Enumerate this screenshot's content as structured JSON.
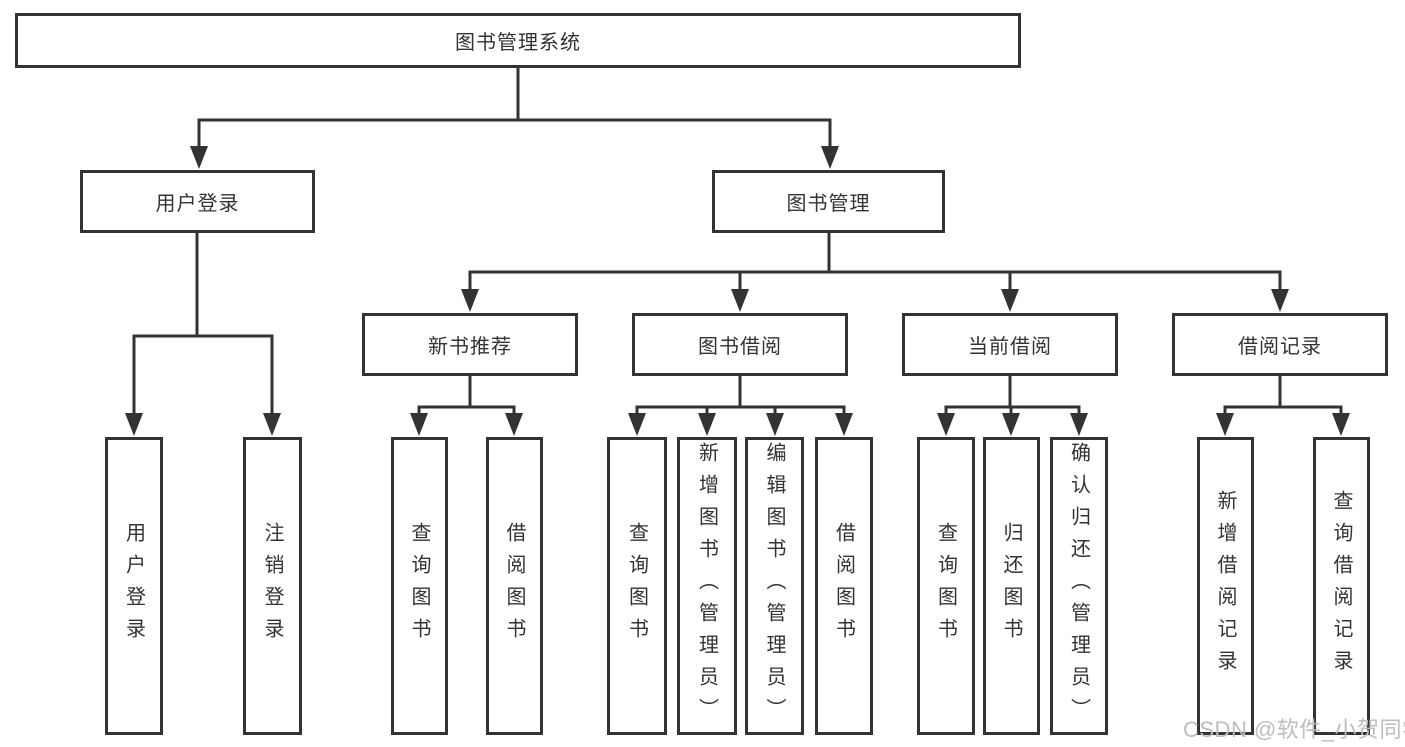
{
  "colors": {
    "line": "#333333",
    "box_border": "#333333",
    "box_fill": "#ffffff",
    "text": "#333333",
    "watermark": "#bdbdbd",
    "background": "#ffffff"
  },
  "watermark": {
    "text": "CSDN @软件_小贺同学"
  },
  "tree": {
    "root": {
      "label": "图书管理系统"
    },
    "login": {
      "label": "用户登录",
      "children": [
        {
          "label": "用户登录"
        },
        {
          "label": "注销登录"
        }
      ]
    },
    "mgmt": {
      "label": "图书管理",
      "groups": [
        {
          "label": "新书推荐",
          "children": [
            {
              "label": "查询图书"
            },
            {
              "label": "借阅图书"
            }
          ]
        },
        {
          "label": "图书借阅",
          "children": [
            {
              "label": "查询图书"
            },
            {
              "label": "新增图书（管理员）"
            },
            {
              "label": "编辑图书（管理员）"
            },
            {
              "label": "借阅图书"
            }
          ]
        },
        {
          "label": "当前借阅",
          "children": [
            {
              "label": "查询图书"
            },
            {
              "label": "归还图书"
            },
            {
              "label": "确认归还（管理员）"
            }
          ]
        },
        {
          "label": "借阅记录",
          "children": [
            {
              "label": "新增借阅记录"
            },
            {
              "label": "查询借阅记录"
            }
          ]
        }
      ]
    }
  }
}
